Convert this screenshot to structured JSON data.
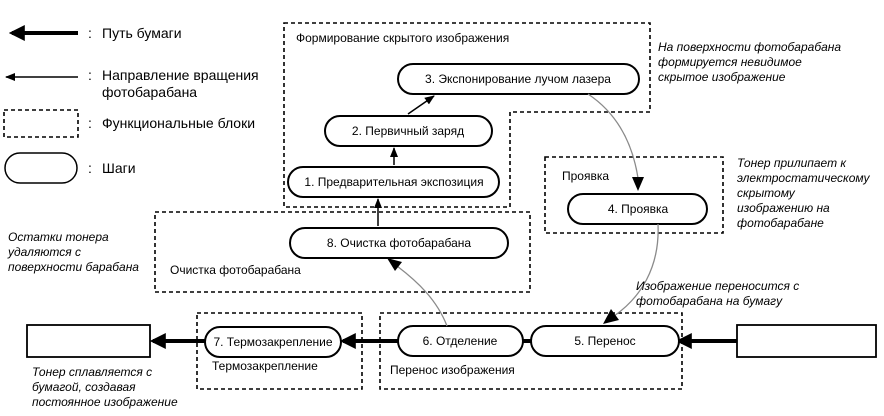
{
  "legend": {
    "paper_path": "Путь бумаги",
    "rotation_line1": "Направление вращения",
    "rotation_line2": "фотобарабана",
    "blocks": "Функциональные блоки",
    "steps": "Шаги",
    "colon": ":"
  },
  "blocks": {
    "latent": "Формирование скрытого изображения",
    "development": "Проявка",
    "cleaning": "Очистка фотобарабана",
    "transfer": "Перенос изображения",
    "fixing": "Термозакрепление"
  },
  "steps": {
    "s1": "1. Предварительная экспозиция",
    "s2": "2. Первичный заряд",
    "s3": "3. Экспонирование лучом лазера",
    "s4": "4. Проявка",
    "s5": "5. Перенос",
    "s6": "6. Отделение",
    "s7": "7. Термозакрепление",
    "s8": "8. Очистка фотобарабана"
  },
  "notes": {
    "latent": [
      "На поверхности фотобарабана",
      "формируется невидимое",
      "скрытое изображение"
    ],
    "toner": [
      "Тонер прилипает к",
      "электростатическому",
      "скрытому",
      "изображению на",
      "фотобарабане"
    ],
    "residual": [
      "Остатки тонера",
      "удаляются с",
      "поверхности барабана"
    ],
    "transfer": [
      "Изображение переносится с",
      "фотобарабана на бумагу"
    ],
    "fusing": [
      "Тонер сплавляется с",
      "бумагой, создавая",
      "постоянное изображение"
    ]
  },
  "colors": {
    "stroke": "#000000",
    "rotation_arrow": "#8a8a8a",
    "background": "#ffffff"
  }
}
